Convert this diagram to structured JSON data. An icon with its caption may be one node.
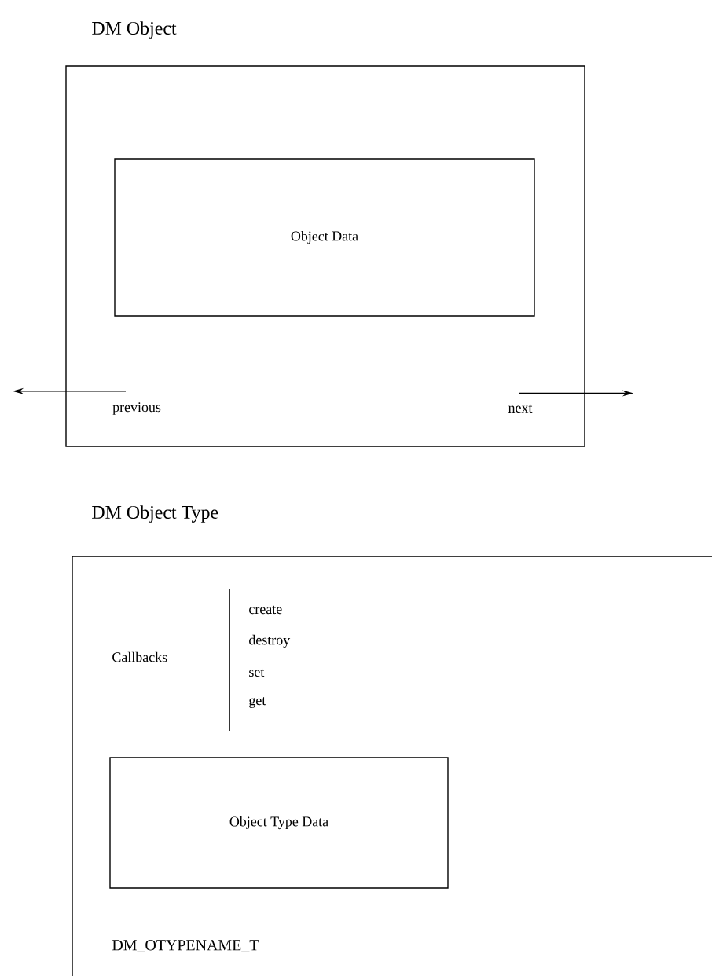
{
  "diagram": {
    "nodes": [
      {
        "text": [
          "DM Object"
        ]
      },
      {
        "text": [
          "Object Data"
        ],
        "in": 0
      },
      {
        "text": [
          "previous"
        ],
        "in": 0
      },
      {
        "text": [
          "next"
        ],
        "in": 0
      },
      {
        "text": [
          "DM Object Type"
        ]
      },
      {
        "text": [
          "Object Type Data"
        ],
        "in": 4
      }
    ],
    "edges": [
      {
        "from": 2,
        "to": null,
        "arrow": "to"
      },
      {
        "from": 3,
        "to": null,
        "arrow": "to"
      }
    ],
    "labels": [
      "Callbacks",
      "create",
      "destroy",
      "set",
      "get",
      "DM_OTYPENAME_T"
    ]
  }
}
